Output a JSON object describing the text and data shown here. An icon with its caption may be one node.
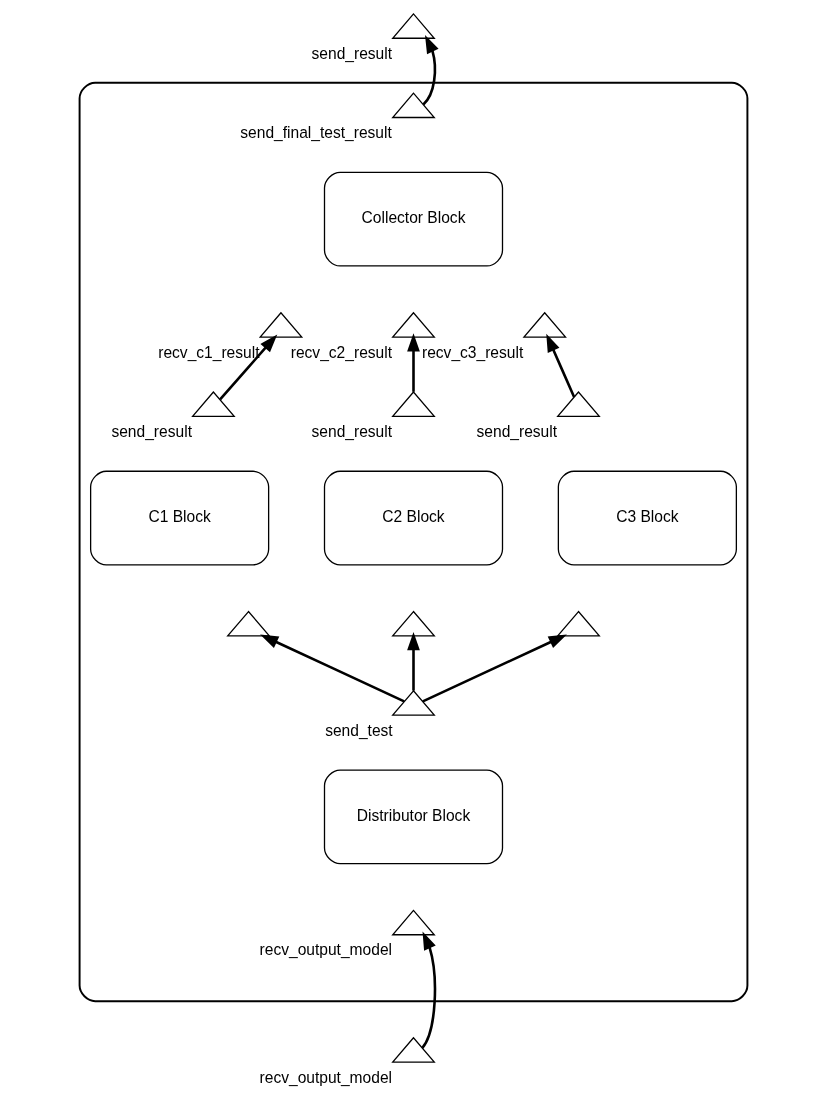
{
  "diagram": {
    "nodes": [
      {
        "text": [],
        "shape": "box"
      },
      {
        "text": [
          "send_result"
        ]
      },
      {
        "text": [
          "Collector Block"
        ],
        "in": 0
      },
      {
        "text": [
          "send_final_test_result"
        ],
        "in": 0
      },
      {
        "text": [
          "recv_c1_result"
        ],
        "in": 0
      },
      {
        "text": [
          "recv_c2_result"
        ],
        "in": 0
      },
      {
        "text": [
          "recv_c3_result"
        ],
        "in": 0
      },
      {
        "text": [
          "C1 Block"
        ],
        "in": 0
      },
      {
        "text": [
          "send_result"
        ],
        "in": 0
      },
      {
        "text": [
          "C2 Block"
        ],
        "in": 0
      },
      {
        "text": [
          "send_result"
        ],
        "in": 0
      },
      {
        "text": [
          "C3 Block"
        ],
        "in": 0
      },
      {
        "text": [
          "send_result"
        ],
        "in": 0
      },
      {
        "text": [],
        "shape": "triangle",
        "in": 0
      },
      {
        "text": [],
        "shape": "triangle",
        "in": 0
      },
      {
        "text": [],
        "shape": "triangle",
        "in": 0
      },
      {
        "text": [
          "Distributor Block"
        ],
        "in": 0
      },
      {
        "text": [
          "send_test"
        ],
        "in": 0
      },
      {
        "text": [
          "recv_output_model"
        ],
        "in": 0
      },
      {
        "text": [
          "recv_output_model"
        ]
      }
    ],
    "edges": [
      {
        "from": 3,
        "to": 1,
        "arrow": "to"
      },
      {
        "from": 8,
        "to": 4,
        "arrow": "to"
      },
      {
        "from": 10,
        "to": 5,
        "arrow": "to"
      },
      {
        "from": 12,
        "to": 6,
        "arrow": "to"
      },
      {
        "from": 17,
        "to": 13,
        "arrow": "to"
      },
      {
        "from": 17,
        "to": 14,
        "arrow": "to"
      },
      {
        "from": 17,
        "to": 15,
        "arrow": "to"
      },
      {
        "from": 19,
        "to": 18,
        "arrow": "to"
      }
    ]
  }
}
